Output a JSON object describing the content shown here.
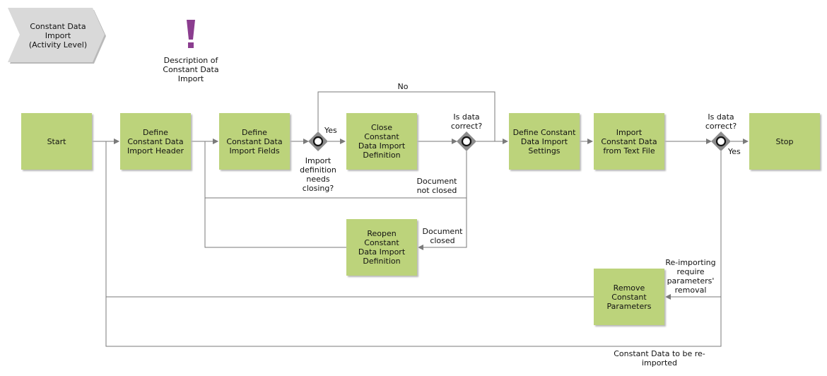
{
  "header": {
    "chevron_label": "Constant Data\nImport\n(Activity Level)",
    "note_label": "Description of\nConstant Data\nImport",
    "note_icon": "exclamation-icon"
  },
  "colors": {
    "activity": "#bcd37b",
    "chevron": "#d9d9d9",
    "gateway": "#8c8c8c",
    "line": "#7a7a7a",
    "exclamation": "#8b3d8f"
  },
  "activities": {
    "start": "Start",
    "define_header": "Define\nConstant Data\nImport Header",
    "define_fields": "Define\nConstant Data\nImport Fields",
    "close_definition": "Close\nConstant\nData Import\nDefinition",
    "define_settings": "Define Constant\nData Import\nSettings",
    "import_text": "Import\nConstant Data\nfrom Text File",
    "stop": "Stop",
    "reopen_definition": "Reopen\nConstant\nData Import\nDefinition",
    "remove_parameters": "Remove\nConstant\nParameters"
  },
  "gateways": {
    "needs_closing": "Import\ndefinition\nneeds\nclosing?",
    "is_correct_1": "Is data\ncorrect?",
    "is_correct_2": "Is data\ncorrect?"
  },
  "flow_labels": {
    "yes_1": "Yes",
    "no": "No",
    "document_not_closed": "Document\nnot closed",
    "document_closed": "Document\nclosed",
    "yes_2": "Yes",
    "reimport_require": "Re-importing\nrequire\nparameters'\nremoval",
    "reimport_data": "Constant Data to be re-\nimported"
  }
}
